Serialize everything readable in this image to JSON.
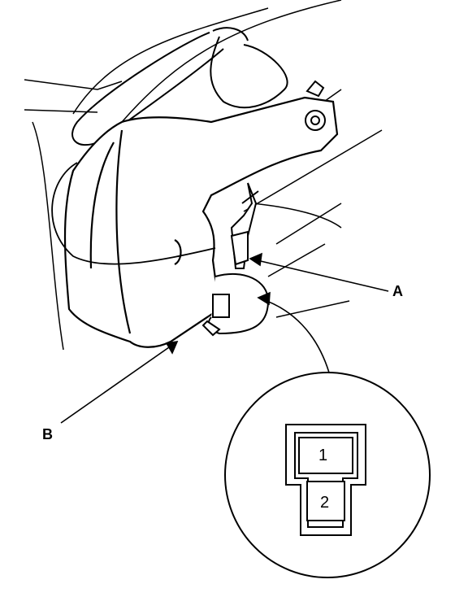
{
  "callouts": {
    "a": "A",
    "b": "B"
  },
  "connector": {
    "pin1": "1",
    "pin2": "2"
  }
}
